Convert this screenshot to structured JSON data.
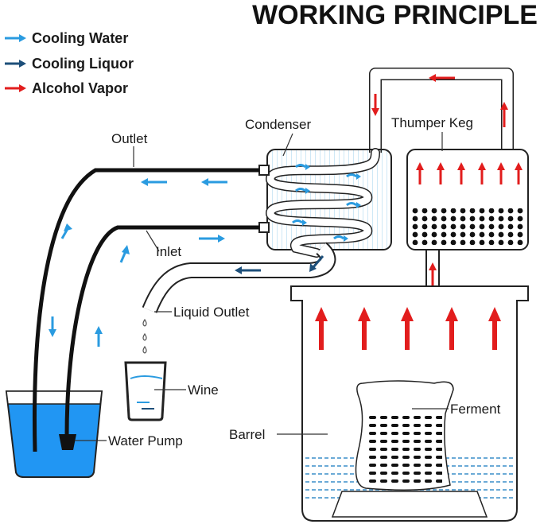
{
  "title": "WORKING PRINCIPLE",
  "legend": [
    {
      "label": "Cooling Water",
      "color": "#2a9be0"
    },
    {
      "label": "Cooling Liquor",
      "color": "#1d4f7a"
    },
    {
      "label": "Alcohol Vapor",
      "color": "#e21d1d"
    }
  ],
  "labels": {
    "outlet": "Outlet",
    "condenser": "Condenser",
    "thumper_keg": "Thumper Keg",
    "inlet": "Inlet",
    "liquid_outlet": "Liquid Outlet",
    "wine": "Wine",
    "ferment": "Ferment",
    "barrel": "Barrel",
    "water_pump": "Water Pump"
  },
  "colors": {
    "cooling_water": "#2a9be0",
    "cooling_liquor": "#1d4f7a",
    "alcohol_vapor": "#e21d1d",
    "tank_water": "#2196f3",
    "pipe": "#111111"
  },
  "icons": [
    "arrow-right-icon",
    "arrow-left-icon",
    "arrow-up-icon",
    "arrow-down-icon",
    "swirl-arrow-icon"
  ]
}
